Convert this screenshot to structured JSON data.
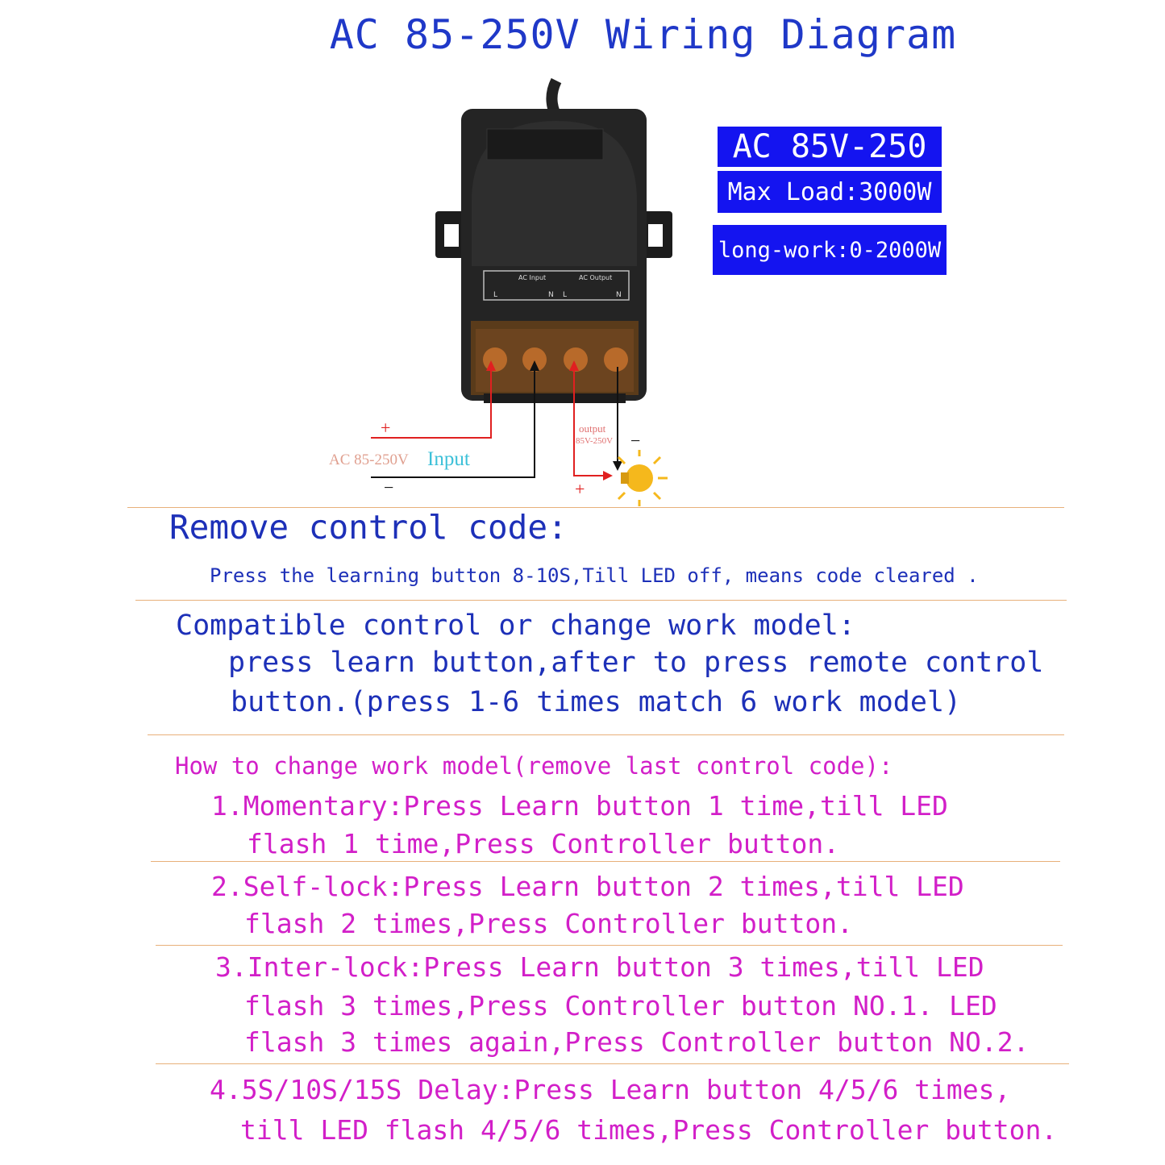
{
  "title": "AC 85-250V Wiring Diagram",
  "specs": {
    "voltage": "AC 85V-250",
    "max_load": "Max Load:3000W",
    "long_work": "long-work:0-2000W"
  },
  "device": {
    "terminal_input_label": "AC Input",
    "terminal_output_label": "AC Output",
    "terminal_letters": [
      "L",
      "N",
      "L",
      "N"
    ]
  },
  "wiring": {
    "input_voltage": "AC 85-250V",
    "input_word": "Input",
    "plus": "+",
    "minus": "−",
    "output_line1": "output",
    "output_line2": "85V-250V"
  },
  "remove_section": {
    "heading": "Remove control code:",
    "text": "Press the learning button 8-10S,Till LED  off, means code cleared ."
  },
  "compatible_section": {
    "heading": "Compatible control or change work model:",
    "line1": "press learn button,after to press remote control",
    "line2": "button.(press 1-6 times match 6 work model)"
  },
  "change_section": {
    "heading": "How to change work model(remove last control code):",
    "items": [
      {
        "line1": "1.Momentary:Press Learn button 1 time,till LED",
        "line2": "flash 1 time,Press Controller button."
      },
      {
        "line1": "2.Self-lock:Press Learn button 2 times,till LED",
        "line2": "flash 2 times,Press Controller button."
      },
      {
        "line1": "3.Inter-lock:Press Learn button 3 times,till LED",
        "line2": "flash 3 times,Press Controller button NO.1. LED",
        "line3": "flash 3 times again,Press Controller button NO.2."
      },
      {
        "line1": "4.5S/10S/15S Delay:Press Learn button 4/5/6 times,",
        "line2": "till LED flash 4/5/6 times,Press Controller button."
      }
    ]
  },
  "colors": {
    "title_blue": "#1f38c8",
    "spec_bg": "#1414f0",
    "magenta": "#d21fc8",
    "divider": "#e8b07a",
    "wire_red": "#e02020"
  }
}
